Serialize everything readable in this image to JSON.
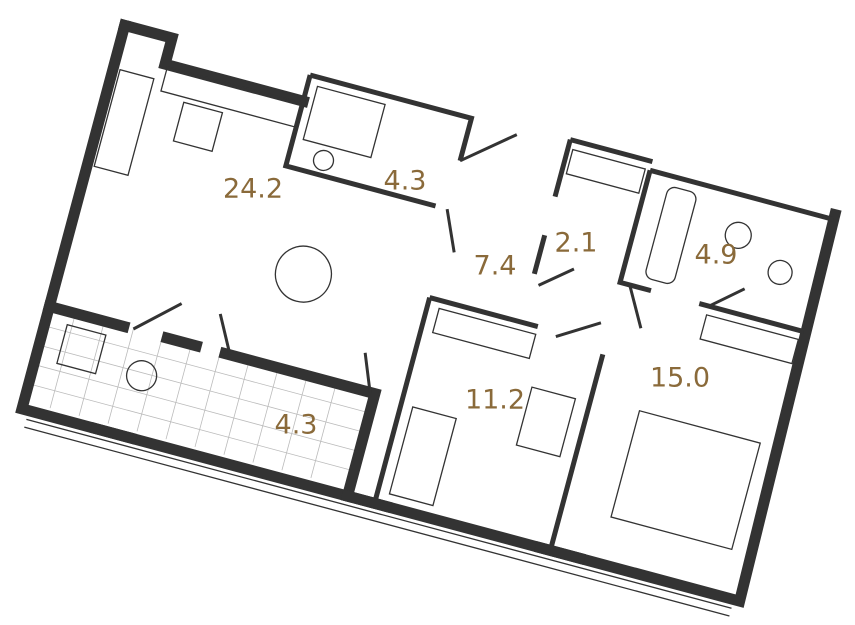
{
  "plan": {
    "label_color": "#8a6a3a",
    "wall_color": "#333333",
    "rooms": [
      {
        "name": "kitchen-living",
        "area": "24.2"
      },
      {
        "name": "bathroom-1",
        "area": "4.3"
      },
      {
        "name": "hallway",
        "area": "7.4"
      },
      {
        "name": "wardrobe",
        "area": "2.1"
      },
      {
        "name": "bathroom-2",
        "area": "4.9"
      },
      {
        "name": "bedroom-1",
        "area": "11.2"
      },
      {
        "name": "bedroom-2",
        "area": "15.0"
      },
      {
        "name": "balcony",
        "area": "4.3"
      }
    ]
  }
}
